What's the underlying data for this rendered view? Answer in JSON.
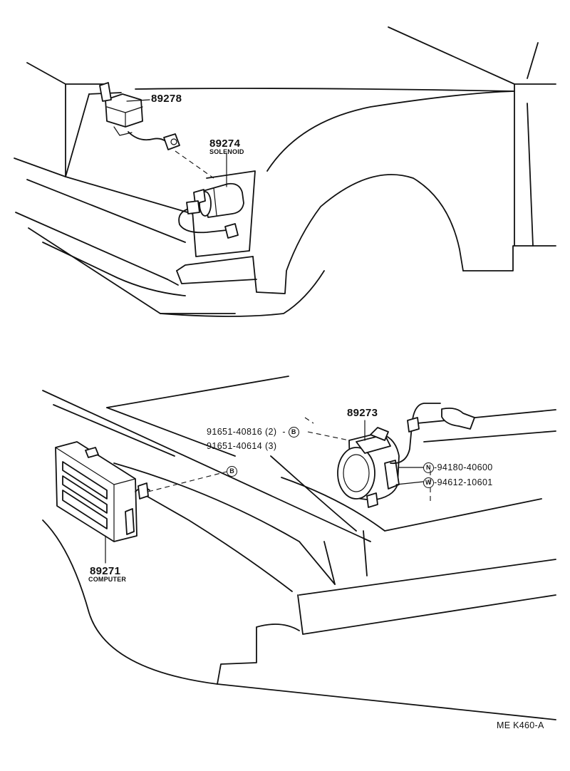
{
  "top_view": {
    "parts": [
      {
        "number": "89278",
        "name": ""
      },
      {
        "number": "89274",
        "name": "SOLENOID"
      }
    ]
  },
  "bottom_view": {
    "parts": [
      {
        "number": "89273",
        "name": ""
      },
      {
        "number": "89271",
        "name": "COMPUTER"
      }
    ],
    "hardware": [
      {
        "part": "91651-40816",
        "qty": "(2)",
        "symbol": "B"
      },
      {
        "part": "91651-40614",
        "qty": "(3)",
        "symbol": ""
      },
      {
        "part": "94180-40600",
        "qty": "",
        "symbol": "N"
      },
      {
        "part": "94612-10601",
        "qty": "",
        "symbol": "W"
      }
    ],
    "standalone_symbols": [
      "B"
    ]
  },
  "reference_code": "ME K460-A"
}
